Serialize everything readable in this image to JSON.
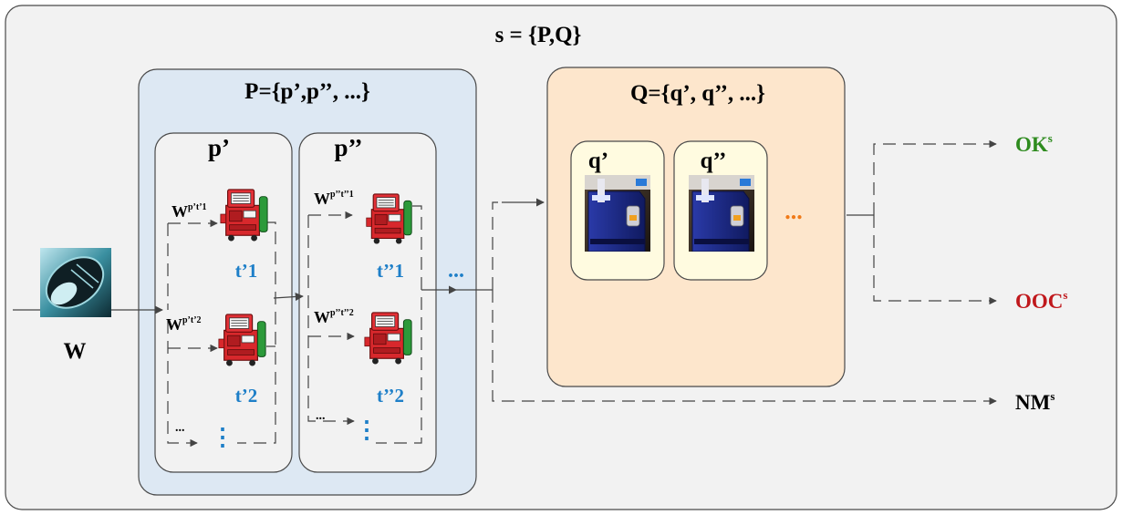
{
  "diagram": {
    "outer_title": "s = {P,Q}",
    "p_group": {
      "title": "P={p’,p’’, ...}",
      "stages": [
        {
          "label": "p’",
          "w1_base": "W",
          "w1_sup": "p’t’1",
          "w2_base": "W",
          "w2_sup": "p’t’2",
          "tool1": "t’1",
          "tool2": "t’2",
          "dots": "...",
          "more": "⋮"
        },
        {
          "label": "p’’",
          "w1_base": "W",
          "w1_sup": "p’’t’’1",
          "w2_base": "W",
          "w2_sup": "p’’t’’2",
          "tool1": "t’’1",
          "tool2": "t’’2",
          "dots": "...",
          "more": "⋮"
        }
      ],
      "continuation": "..."
    },
    "q_group": {
      "title": "Q={q’, q’’, ...}",
      "stations": [
        {
          "label": "q’"
        },
        {
          "label": "q’’"
        }
      ],
      "continuation": "..."
    },
    "input": {
      "label": "W"
    },
    "outputs": [
      {
        "base": "OK",
        "sup": "s",
        "color": "#2e8b1e"
      },
      {
        "base": "OOC",
        "sup": "s",
        "color": "#c0181c"
      },
      {
        "base": "NM",
        "sup": "s",
        "color": "#000000"
      }
    ],
    "colors": {
      "outer_fill": "#f2f2f2",
      "p_fill": "#dde8f3",
      "q_fill": "#fde6cc",
      "stage_fill": "#f2f2f2",
      "station_fill": "#fffbe0",
      "tool_label": "#1e7fc8",
      "q_dots": "#f07a18",
      "machine_red": "#d8282c"
    },
    "icons": {
      "input": "wafer-roll-icon",
      "tool": "red-processing-machine-icon",
      "station": "metrology-station-icon"
    }
  }
}
